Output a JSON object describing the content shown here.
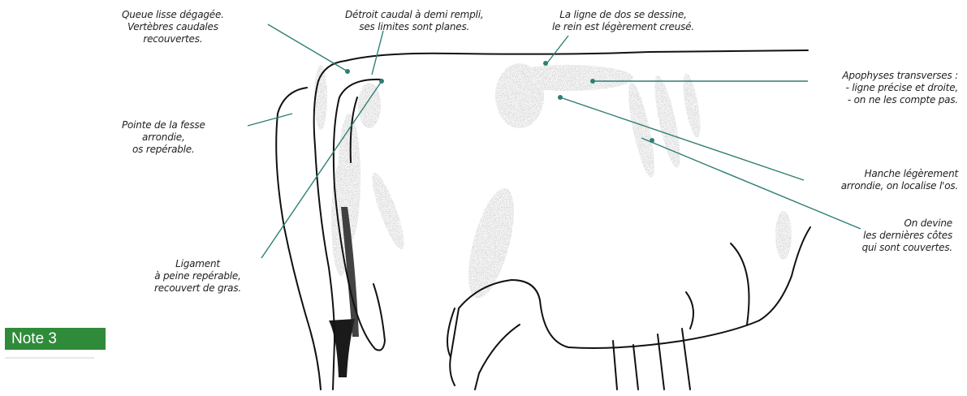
{
  "badge": {
    "text": "Note 3",
    "color": "#2f8a3a"
  },
  "colors": {
    "leader": "#2e7f74",
    "outline": "#111111"
  },
  "labels": {
    "queue": [
      "Queue lisse dégagée.",
      "Vertèbres caudales",
      "recouvertes."
    ],
    "detroit": [
      "Détroit caudal à demi rempli,",
      "ses limites sont planes."
    ],
    "ligne_dos": [
      "La ligne de dos se dessine,",
      "le rein est légèrement creusé."
    ],
    "apophyses": [
      "Apophyses transverses :",
      "- ligne précise et droite,",
      "- on ne les compte pas."
    ],
    "pointe": [
      "Pointe de la fesse",
      "arrondie,",
      "os repérable."
    ],
    "hanche": [
      "Hanche légèrement",
      "arrondie, on localise l'os."
    ],
    "cotes": [
      "On devine",
      "les dernières côtes",
      "qui sont couvertes."
    ],
    "ligament": [
      "Ligament",
      "à peine repérable,",
      "recouvert de gras."
    ]
  }
}
